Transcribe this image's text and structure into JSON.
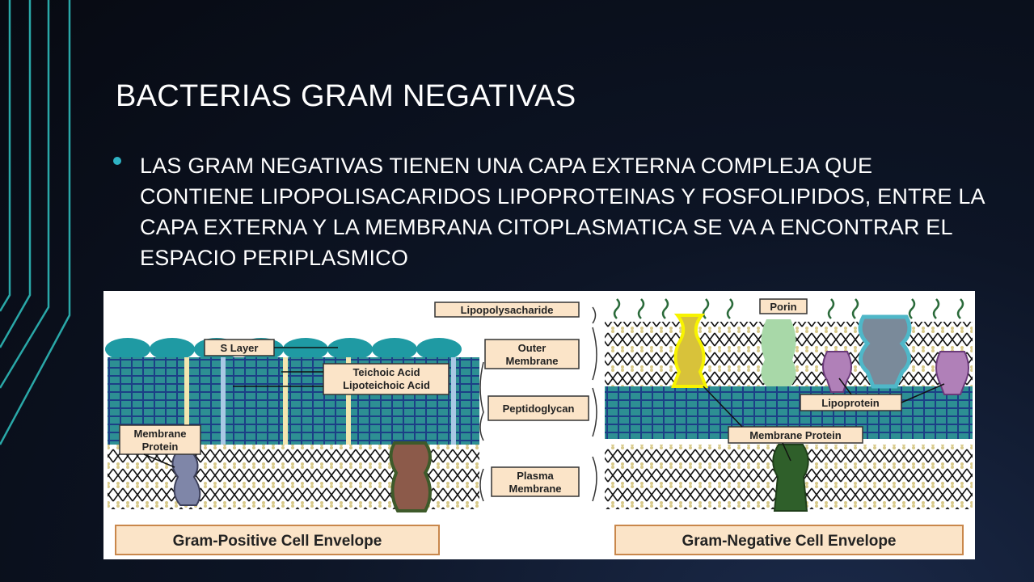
{
  "slide": {
    "title": "BACTERIAS GRAM NEGATIVAS",
    "bullet": "LAS GRAM NEGATIVAS TIENEN UNA CAPA EXTERNA COMPLEJA QUE CONTIENE LIPOPOLISACARIDOS LIPOPROTEINAS Y FOSFOLIPIDOS, ENTRE LA CAPA EXTERNA Y LA MEMBRANA CITOPLASMATICA SE VA A ENCONTRAR EL ESPACIO PERIPLASMICO"
  },
  "figure": {
    "labels": {
      "lipopolysacharide": "Lipopolysacharide",
      "porin": "Porin",
      "s_layer": "S Layer",
      "outer_membrane_1": "Outer",
      "outer_membrane_2": "Membrane",
      "teichoic_1": "Teichoic Acid",
      "teichoic_2": "Lipoteichoic Acid",
      "peptidoglycan": "Peptidoglycan",
      "lipoprotein": "Lipoprotein",
      "membrane_protein_left_1": "Membrane",
      "membrane_protein_left_2": "Protein",
      "membrane_protein_right": "Membrane Protein",
      "plasma_membrane_1": "Plasma",
      "plasma_membrane_2": "Membrane",
      "gram_positive": "Gram-Positive Cell Envelope",
      "gram_negative": "Gram-Negative Cell Envelope"
    }
  },
  "colors": {
    "accent": "#2fb3c4",
    "peptidoglycan": "#2d8f93",
    "label_box": "#fbe4c8",
    "label_border": "#c9874b"
  }
}
